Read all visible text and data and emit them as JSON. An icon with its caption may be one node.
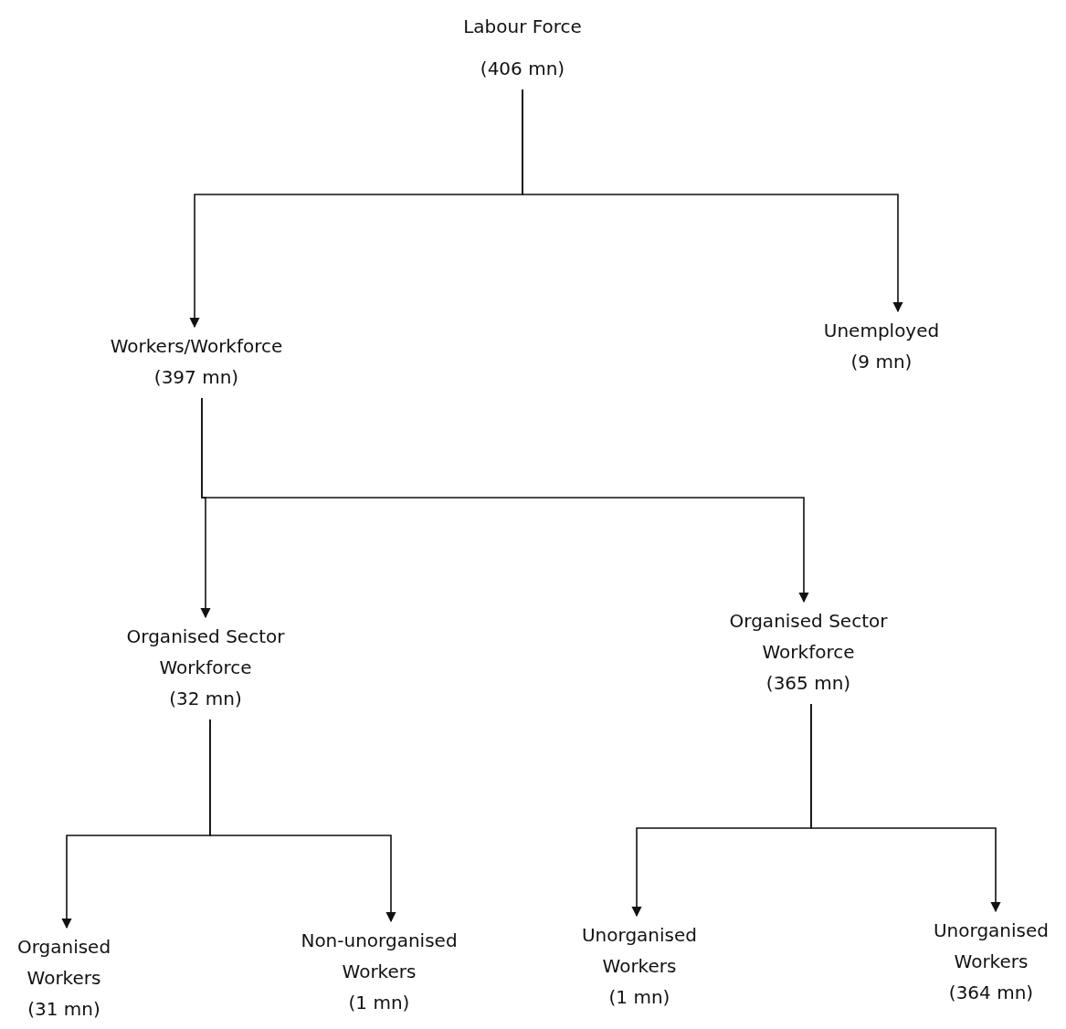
{
  "diagram": {
    "nodes": [
      {
        "text": [
          "Labour Force",
          "(406 mn)"
        ]
      },
      {
        "text": [
          "Workers/Workforce",
          "(397 mn)"
        ]
      },
      {
        "text": [
          "Unemployed",
          "(9 mn)"
        ]
      },
      {
        "text": [
          "Organised Sector Workforce",
          "(32 mn)"
        ]
      },
      {
        "text": [
          "Organised Sector Workforce",
          "(365 mn)"
        ]
      },
      {
        "text": [
          "Organised Workers",
          "(31 mn)"
        ]
      },
      {
        "text": [
          "Non-unorganised Workers",
          "(1 mn)"
        ]
      },
      {
        "text": [
          "Unorganised Workers",
          "(1 mn)"
        ]
      },
      {
        "text": [
          "Unorganised Workers",
          "(364 mn)"
        ]
      }
    ],
    "edges": [
      {
        "from": 0,
        "to": 1,
        "arrow": "to"
      },
      {
        "from": 0,
        "to": 2,
        "arrow": "to"
      },
      {
        "from": 1,
        "to": 3,
        "arrow": "to"
      },
      {
        "from": 1,
        "to": 4,
        "arrow": "to"
      },
      {
        "from": 3,
        "to": 5,
        "arrow": "to"
      },
      {
        "from": 3,
        "to": 6,
        "arrow": "to"
      },
      {
        "from": 4,
        "to": 7,
        "arrow": "to"
      },
      {
        "from": 4,
        "to": 8,
        "arrow": "to"
      }
    ]
  }
}
